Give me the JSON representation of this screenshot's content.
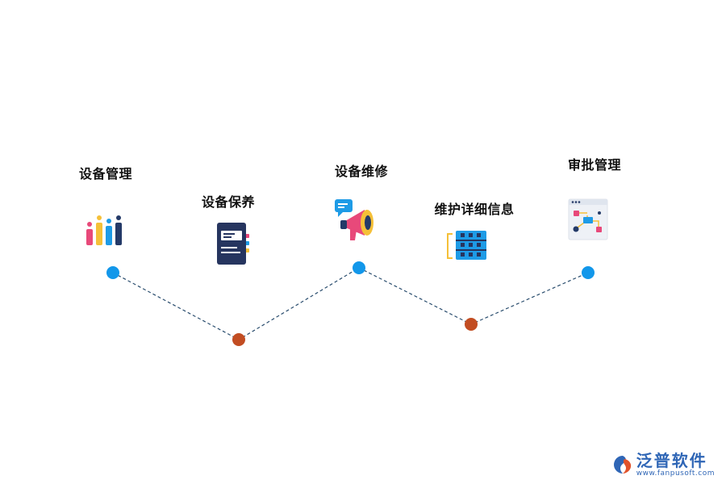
{
  "nodes": [
    {
      "label": "设备管理",
      "icon": "bar-chart-icon",
      "color": "#1297ea"
    },
    {
      "label": "设备保养",
      "icon": "notebook-icon",
      "color": "#c24d22"
    },
    {
      "label": "设备维修",
      "icon": "megaphone-icon",
      "color": "#1297ea"
    },
    {
      "label": "维护详细信息",
      "icon": "server-rack-icon",
      "color": "#c24d22"
    },
    {
      "label": "审批管理",
      "icon": "flowchart-window-icon",
      "color": "#1297ea"
    }
  ],
  "line_color": "#2a4d6e",
  "logo": {
    "name": "泛普软件",
    "url": "www.fanpusoft.com",
    "color": "#2f66b6"
  }
}
